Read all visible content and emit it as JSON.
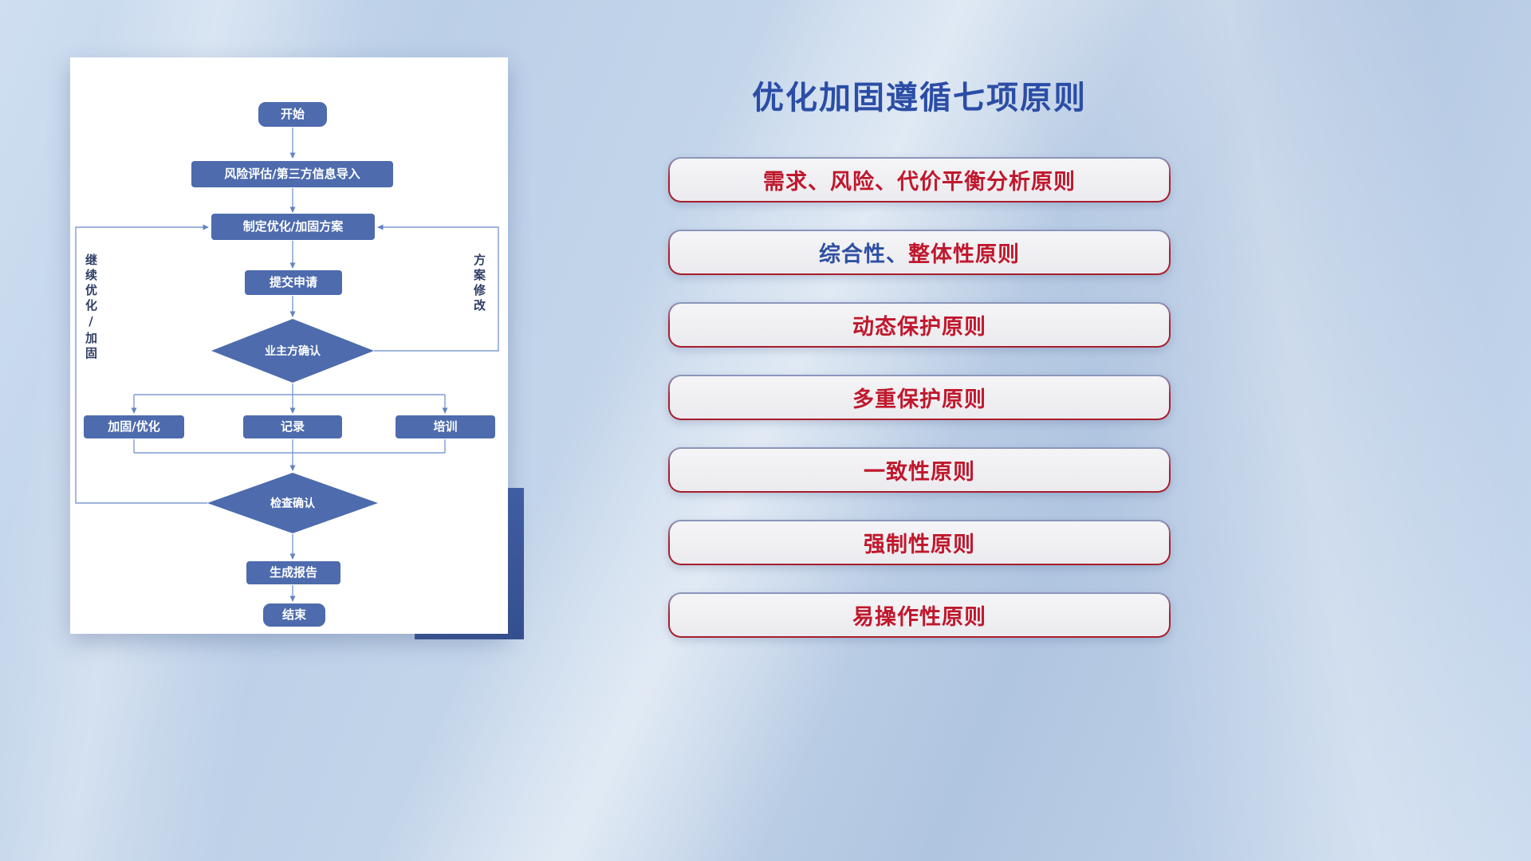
{
  "colors": {
    "title_blue": "#2b4da6",
    "principle_red": "#c0182d",
    "principle_blue": "#2e4fa3",
    "node_fill": "#4d6bad",
    "connector": "#7e9bd0",
    "loop_label": "#2f3f66"
  },
  "flowchart": {
    "nodes": {
      "start": "开始",
      "risk_import": "风险评估/第三方信息导入",
      "make_plan": "制定优化/加固方案",
      "submit": "提交申请",
      "owner_confirm": "业主方确认",
      "reinforce": "加固/优化",
      "record": "记录",
      "training": "培训",
      "check_confirm": "检查确认",
      "report": "生成报告",
      "end": "结束"
    },
    "loop_labels": {
      "left": "继续优化/加固",
      "right": "方案修改"
    }
  },
  "panel": {
    "title": "优化加固遵循七项原则",
    "principles": [
      {
        "parts": [
          {
            "text": "需求、风险、代价平衡分析原则",
            "color": "#c0182d"
          }
        ]
      },
      {
        "parts": [
          {
            "text": "综合性、",
            "color": "#2e4fa3"
          },
          {
            "text": "整体性原则",
            "color": "#c0182d"
          }
        ]
      },
      {
        "parts": [
          {
            "text": "动态保护原则",
            "color": "#c0182d"
          }
        ]
      },
      {
        "parts": [
          {
            "text": "多重保护原则",
            "color": "#c0182d"
          }
        ]
      },
      {
        "parts": [
          {
            "text": "一致性原则",
            "color": "#c0182d"
          }
        ]
      },
      {
        "parts": [
          {
            "text": "强制性原则",
            "color": "#c0182d"
          }
        ]
      },
      {
        "parts": [
          {
            "text": "易操作性原则",
            "color": "#c0182d"
          }
        ]
      }
    ]
  }
}
